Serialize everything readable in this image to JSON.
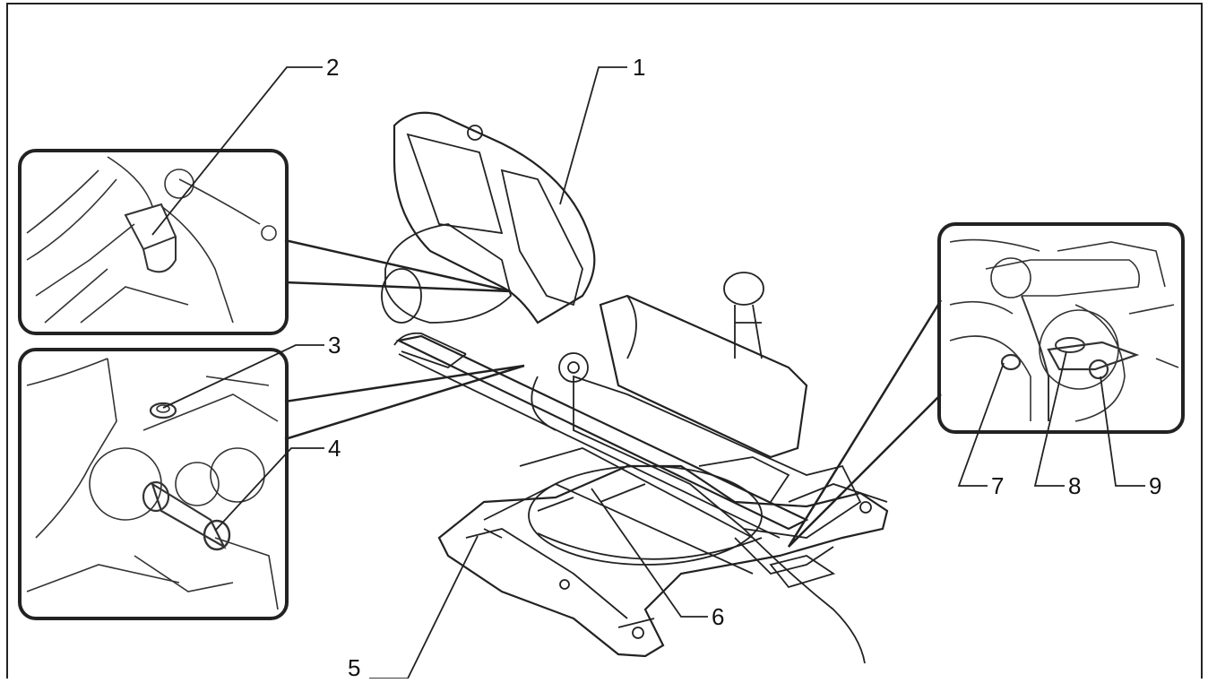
{
  "diagram": {
    "callouts": [
      {
        "id": "c1",
        "label": "1"
      },
      {
        "id": "c2",
        "label": "2"
      },
      {
        "id": "c3",
        "label": "3"
      },
      {
        "id": "c4",
        "label": "4"
      },
      {
        "id": "c5",
        "label": "5"
      },
      {
        "id": "c6",
        "label": "6"
      },
      {
        "id": "c7",
        "label": "7"
      },
      {
        "id": "c8",
        "label": "8"
      },
      {
        "id": "c9",
        "label": "9"
      }
    ],
    "colors": {
      "line": "#222222",
      "background": "#ffffff",
      "inset_border": "#222222"
    }
  }
}
